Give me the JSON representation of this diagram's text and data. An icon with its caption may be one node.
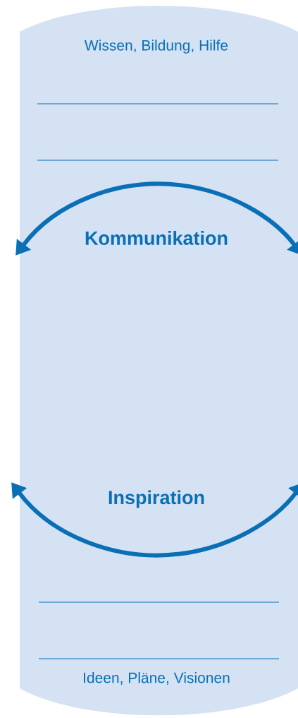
{
  "diagram": {
    "nodes": [
      {
        "text": [
          "Wissen, Bildung, Hilfe",
          "Kommunikation",
          "Inspiration",
          "Ideen, Pläne, Visionen"
        ]
      }
    ]
  }
}
